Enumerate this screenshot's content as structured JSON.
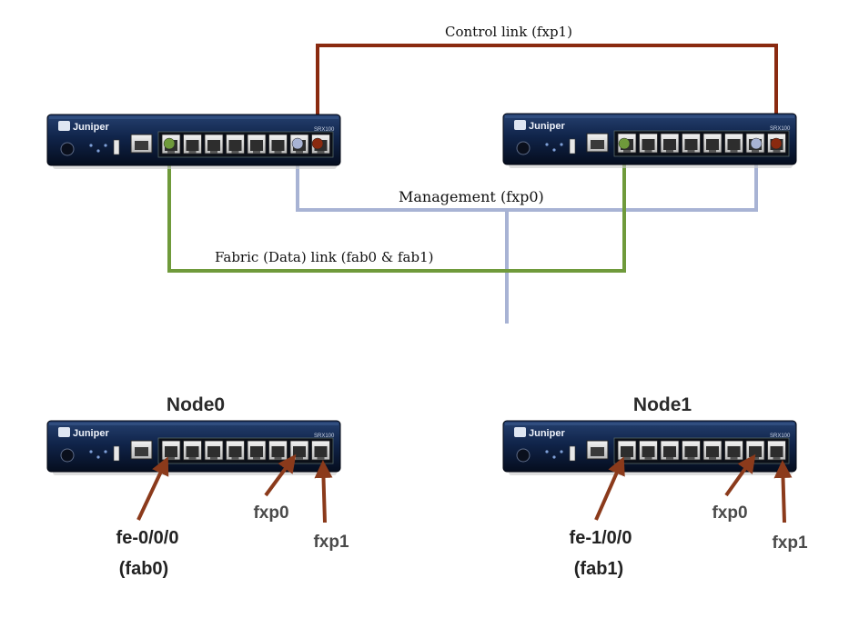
{
  "colors": {
    "control_link": "#8a2a10",
    "management": "#a8b3d4",
    "fabric": "#6f9a3b",
    "arrow": "#8b3a1b",
    "chassis": "#0d1e3f",
    "port_label": "#4a4a4a"
  },
  "links": {
    "control": "Control link (fxp1)",
    "management": "Management (fxp0)",
    "fabric": "Fabric (Data) link (fab0 & fab1)"
  },
  "device": {
    "brand": "Juniper",
    "model": "SRX100"
  },
  "nodes": [
    {
      "title": "Node0",
      "fab_port": "fe-0/0/0",
      "fab_name": "(fab0)",
      "fxp0": "fxp0",
      "fxp1": "fxp1"
    },
    {
      "title": "Node1",
      "fab_port": "fe-1/0/0",
      "fab_name": "(fab1)",
      "fxp0": "fxp0",
      "fxp1": "fxp1"
    }
  ]
}
